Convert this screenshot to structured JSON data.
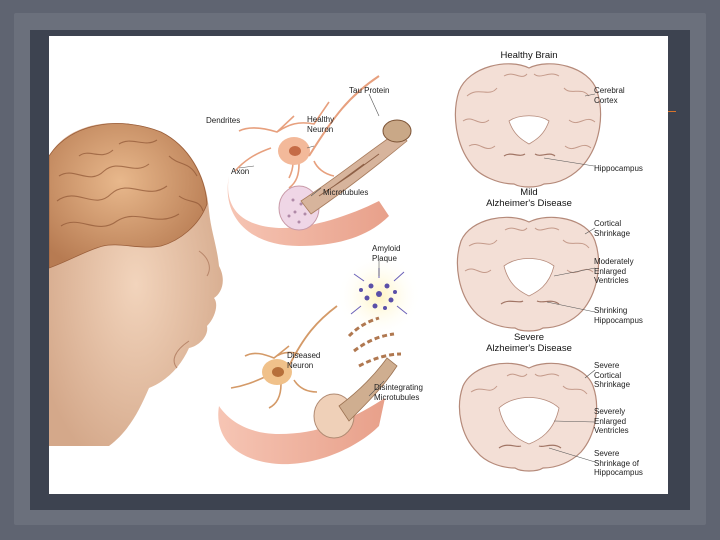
{
  "slide": {
    "colors": {
      "background": "#5f6471",
      "frame": "#6b707c",
      "panel": "#ffffff",
      "accent": "#d8742c"
    }
  },
  "figure": {
    "neuron_labels": {
      "dendrites": "Dendrites",
      "healthy_neuron": "Healthy\nNeuron",
      "tau_protein": "Tau Protein",
      "axon": "Axon",
      "microtubules": "Microtubules",
      "amyloid_plaque": "Amyloid\nPlaque",
      "diseased_neuron": "Diseased\nNeuron",
      "disintegrating_microtubules": "Disintegrating\nMicrotubules"
    },
    "brain_headers": {
      "healthy": "Healthy Brain",
      "mild": "Mild\nAlzheimer's Disease",
      "severe": "Severe\nAlzheimer's Disease"
    },
    "brain_labels": {
      "cerebral_cortex": "Cerebral\nCortex",
      "hippocampus": "Hippocampus",
      "cortical_shrinkage": "Cortical\nShrinkage",
      "moderately_enlarged_ventricles": "Moderately\nEnlarged\nVentricles",
      "shrinking_hippocampus": "Shrinking\nHippocampus",
      "severe_cortical_shrinkage": "Severe\nCortical\nShrinkage",
      "severely_enlarged_ventricles": "Severely\nEnlarged\nVentricles",
      "severe_shrinkage_hippocampus": "Severe\nShrinkage of\nHippocampus"
    }
  }
}
